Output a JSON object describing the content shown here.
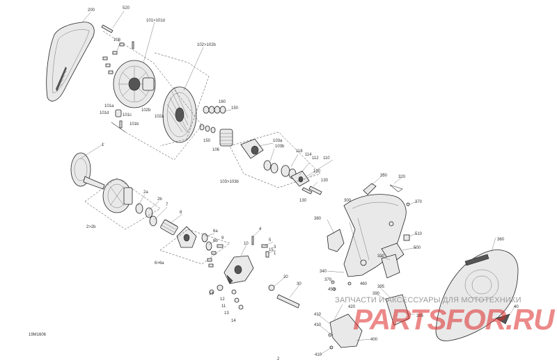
{
  "diagram": {
    "figure_id": "19M1606",
    "page_mark": "2",
    "labels": [
      "200",
      "520",
      "101>101d",
      "108",
      "102>102b",
      "101a",
      "101c",
      "101d",
      "101b",
      "102b",
      "102a",
      "160",
      "150",
      "150",
      "106",
      "103a",
      "103b",
      "118",
      "114",
      "112",
      "110",
      "120",
      "130",
      "130",
      "103>103b",
      "1",
      "2a",
      "2b",
      "7",
      "8",
      "2>2b",
      "6a",
      "6b",
      "6>6a",
      "4",
      "5",
      "15",
      "3",
      "1",
      "9",
      "10",
      "20",
      "30",
      "12",
      "13",
      "14",
      "11",
      "14",
      "350",
      "320",
      "370",
      "300",
      "380",
      "510",
      "500",
      "340",
      "330",
      "370",
      "450",
      "460",
      "395",
      "390",
      "420",
      "386",
      "410",
      "410",
      "400",
      "410",
      "360",
      "40"
    ]
  },
  "watermark": {
    "text": "ЗАПЧАСТИ И АКСЕССУАРЫ ДЛЯ МОТОТЕХНИКИ",
    "logo": "PARTSFOR.RU"
  }
}
